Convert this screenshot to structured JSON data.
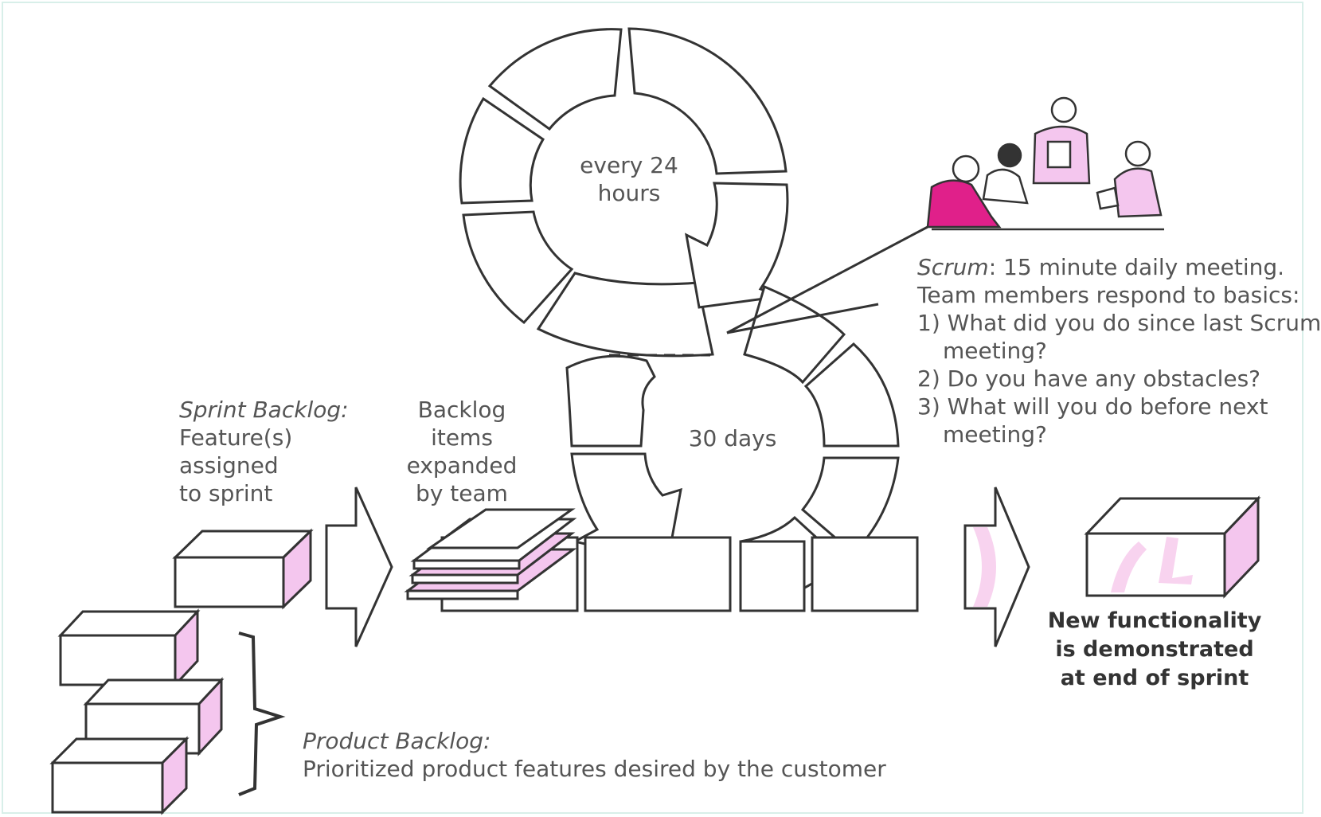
{
  "circle_labels": {
    "daily": [
      "every 24",
      "hours"
    ],
    "sprint": "30 days"
  },
  "sprint_backlog": {
    "title": "Sprint Backlog:",
    "lines": [
      "Feature(s)",
      "assigned",
      "to sprint"
    ]
  },
  "backlog_items": {
    "lines": [
      "Backlog",
      "items",
      "expanded",
      "by team"
    ]
  },
  "scrum_note": {
    "term": "Scrum",
    "first_line_rest": ": 15 minute daily meeting.",
    "line2": "Team members respond to basics:",
    "q1a": "1) What did you do since last Scrum",
    "q1b": "meeting?",
    "q2": "2) Do you have any obstacles?",
    "q3a": "3) What will you do before next",
    "q3b": "meeting?"
  },
  "product_backlog": {
    "title": "Product Backlog:",
    "description": "Prioritized product features desired by the customer"
  },
  "result": {
    "lines": [
      "New functionality",
      "is demonstrated",
      "at end of sprint"
    ]
  },
  "colors": {
    "outline": "#333333",
    "box_side": "#f4c6ee",
    "accent_pink": "#e0208a",
    "arrow_tint": "#f8d3ef"
  }
}
